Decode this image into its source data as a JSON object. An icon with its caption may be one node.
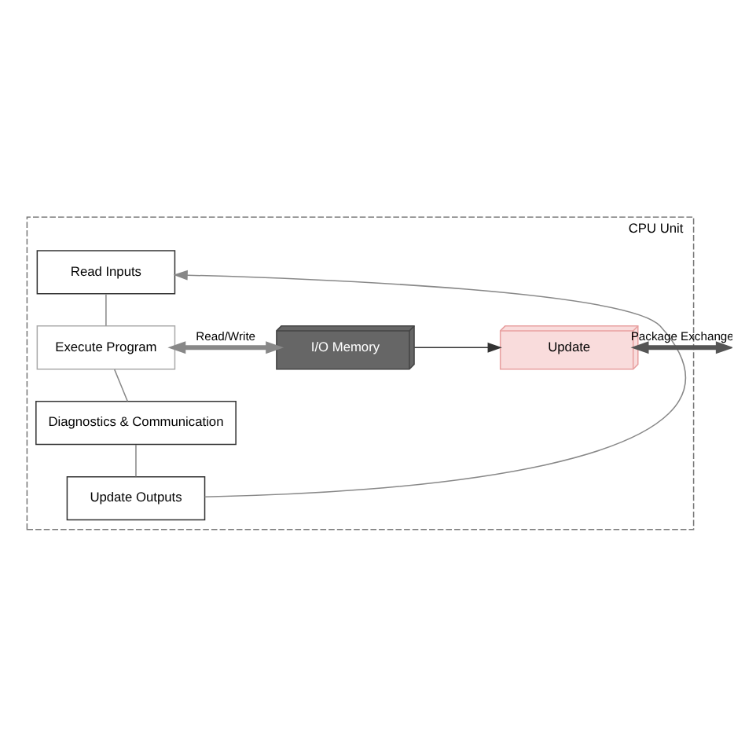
{
  "diagram": {
    "nodes": [
      {
        "text": [
          "CPU Unit"
        ]
      },
      {
        "text": [
          "Read Inputs"
        ],
        "in": 0
      },
      {
        "text": [
          "Execute Program"
        ],
        "in": 0
      },
      {
        "text": [
          "Diagnostics & Communication"
        ],
        "in": 0
      },
      {
        "text": [
          "Update Outputs"
        ],
        "in": 0
      },
      {
        "text": [
          "I/O Memory"
        ],
        "in": 0
      },
      {
        "text": [
          "Update"
        ],
        "in": 0
      }
    ],
    "edges": [
      {
        "from": 1,
        "to": 2,
        "arrow": "none"
      },
      {
        "from": 2,
        "to": 3,
        "arrow": "none"
      },
      {
        "from": 3,
        "to": 4,
        "arrow": "none"
      },
      {
        "from": 4,
        "to": 1,
        "arrow": "to"
      },
      {
        "from": 2,
        "to": 5,
        "arrow": "both",
        "label": "Read/Write",
        "style": "thick"
      },
      {
        "from": 5,
        "to": 6,
        "arrow": "to",
        "color": "#333333"
      },
      {
        "from": 6,
        "to": null,
        "arrow": "both",
        "label": "Package Exchange",
        "style": "thick",
        "color": "#555555"
      }
    ]
  }
}
